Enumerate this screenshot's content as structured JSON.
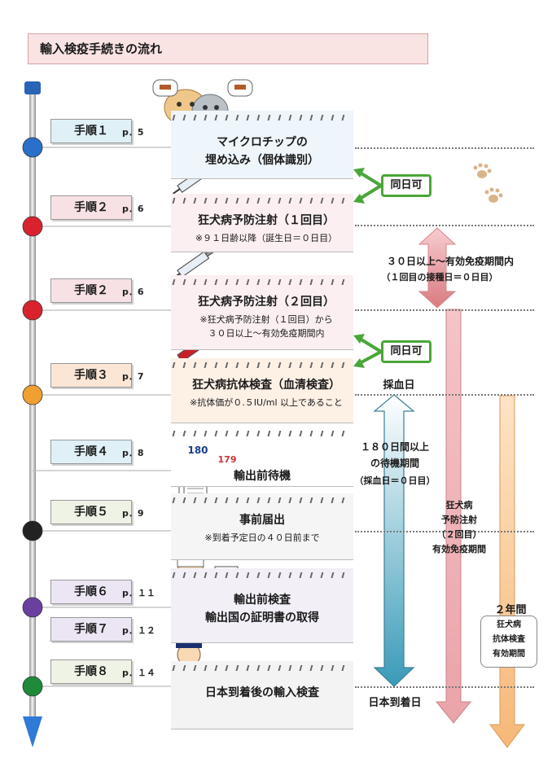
{
  "title": "輸入検疫手続きの流れ",
  "steps": [
    {
      "label": "手順１",
      "page": "p．5",
      "color": "#dff1f7"
    },
    {
      "label": "手順２",
      "page": "p．6",
      "color": "#f7e1e4"
    },
    {
      "label": "手順２",
      "page": "p．6",
      "color": "#f7e1e4"
    },
    {
      "label": "手順３",
      "page": "p．7",
      "color": "#fbe6d6"
    },
    {
      "label": "手順４",
      "page": "p．8",
      "color": "#dff1f7"
    },
    {
      "label": "手順５",
      "page": "p．9",
      "color": "#eef3e6"
    },
    {
      "label": "手順６",
      "page": "p．１１",
      "color": "#ece6f4"
    },
    {
      "label": "手順７",
      "page": "p．１２",
      "color": "#ece6f4"
    },
    {
      "label": "手順８",
      "page": "p．１４",
      "color": "#eef3e6"
    }
  ],
  "cards": [
    {
      "title": "マイクロチップの",
      "title2": "埋め込み（個体識別）",
      "note": "",
      "note2": "",
      "color": "#eef5fb"
    },
    {
      "title": "狂犬病予防注射（１回目）",
      "title2": "",
      "note": "※９１日齢以降（誕生日＝０日目）",
      "note2": "",
      "color": "#fbeff1"
    },
    {
      "title": "狂犬病予防注射（２回目）",
      "title2": "",
      "note": "※狂犬病予防注射（１回目）から",
      "note2": "３０日以上～有効免疫期間内",
      "color": "#fbeff1"
    },
    {
      "title": "狂犬病抗体検査（血清検査）",
      "title2": "",
      "note": "※抗体価が０.５IU/ml 以上であること",
      "note2": "",
      "color": "#fdf1e6"
    },
    {
      "title": "輸出前待機",
      "title2": "",
      "note": "",
      "note2": "",
      "color": "#ffffff"
    },
    {
      "title": "事前届出",
      "title2": "",
      "note": "※到着予定日の４０日前まで",
      "note2": "",
      "color": "#f5f5f5"
    },
    {
      "title": "輸出前検査",
      "title2": "輸出国の証明書の取得",
      "note": "",
      "note2": "",
      "color": "#f2eff7"
    },
    {
      "title": "日本到着後の輸入検査",
      "title2": "",
      "note": "",
      "note2": "",
      "color": "#f3f3f3"
    }
  ],
  "annotations": {
    "same_day_1": "同日可",
    "same_day_2": "同日可",
    "interval_30": "３０日以上～有効免疫期間内",
    "interval_30_sub": "（１回目の接種日＝０日目）",
    "blood_day": "採血日",
    "wait_180_line1": "１８０日間以上",
    "wait_180_line2": "の待機期間",
    "wait_180_sub": "（採血日＝０日目）",
    "arrival_day": "日本到着日",
    "vaccine_valid_line1": "狂犬病",
    "vaccine_valid_line2": "予防注射",
    "vaccine_valid_line3": "（２回目）",
    "vaccine_valid_line4": "有効免疫期間",
    "two_years": "２年間",
    "antibody_valid_line1": "狂犬病",
    "antibody_valid_line2": "抗体検査",
    "antibody_valid_line3": "有効期間",
    "calendar_180": "180",
    "calendar_179": "179"
  },
  "bead_colors": [
    "#2a6fc9",
    "#d8232f",
    "#d8232f",
    "#f0a030",
    "#222222",
    "#6a3fa0",
    "#1e8a3a"
  ]
}
